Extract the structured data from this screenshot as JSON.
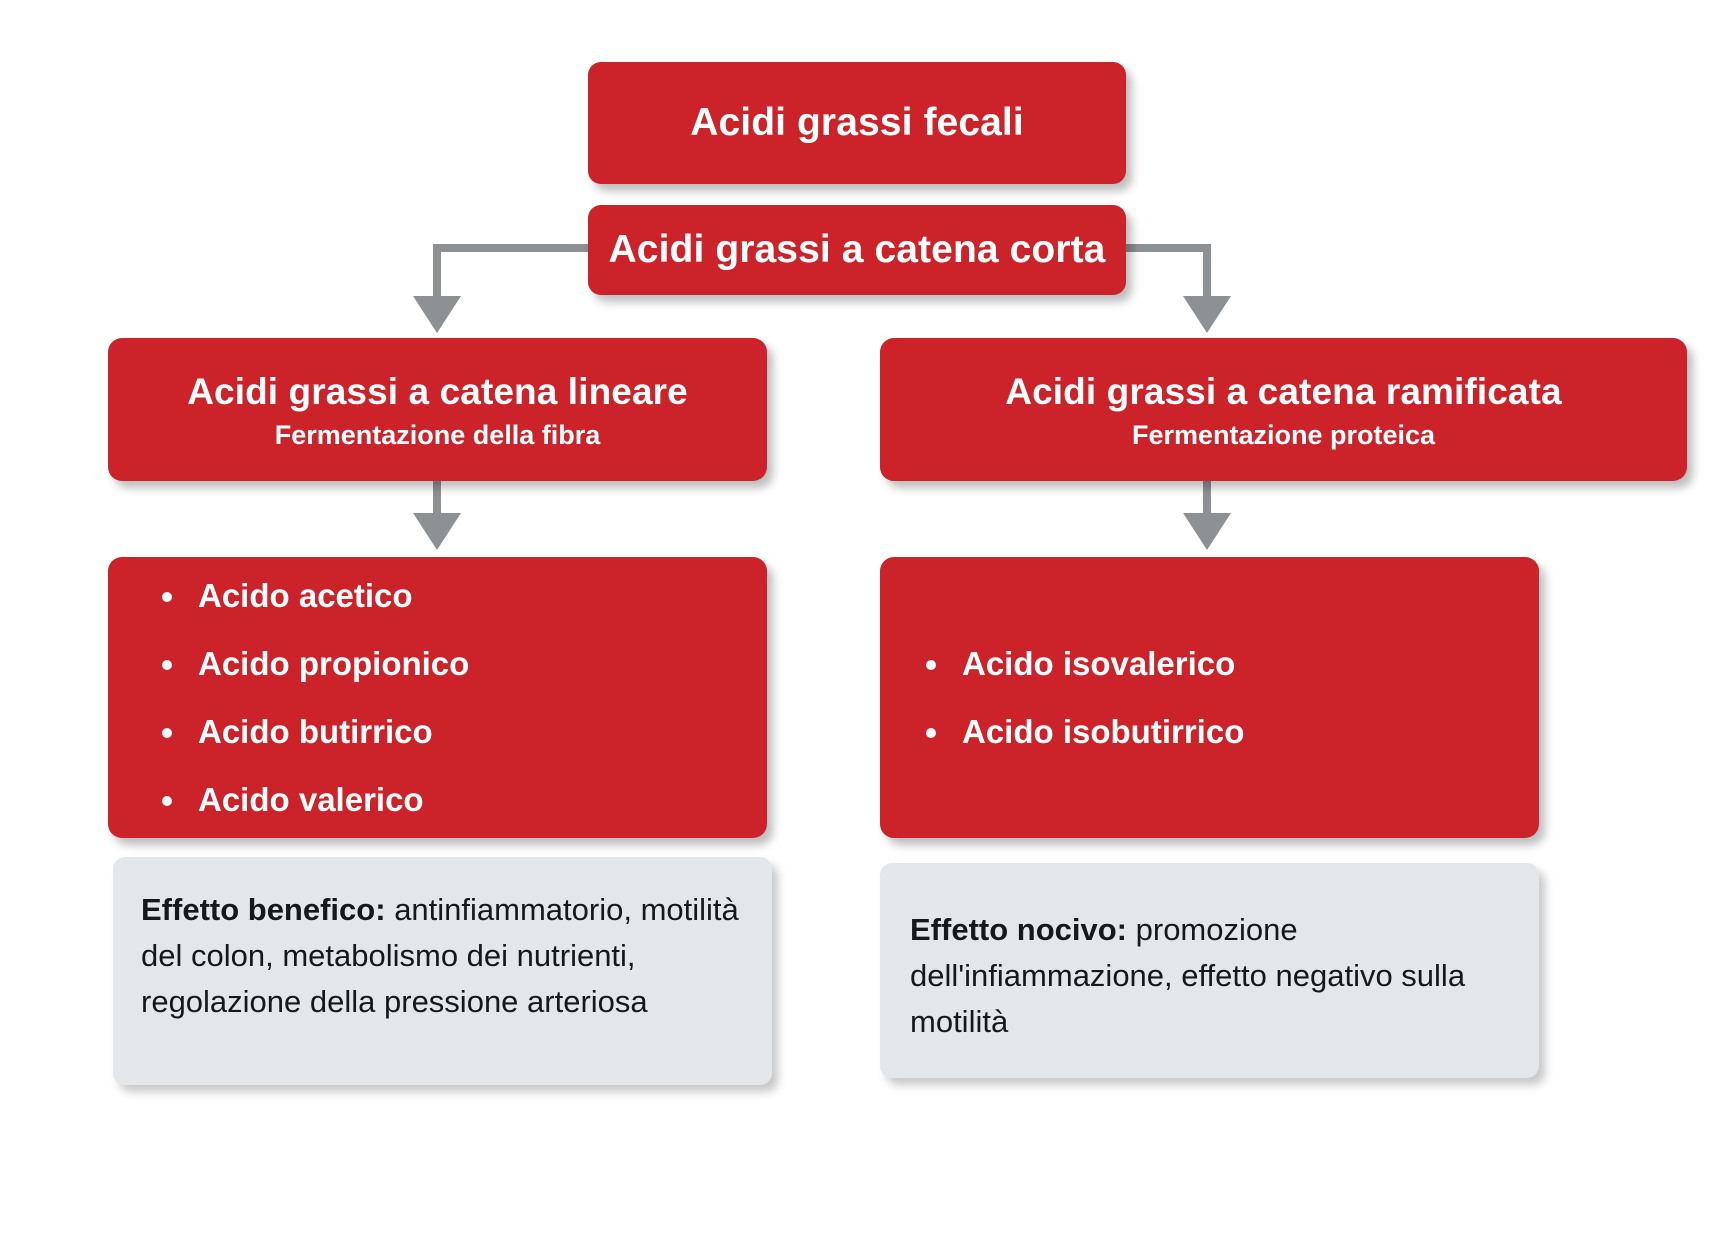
{
  "diagram": {
    "title_text": "Acidi grassi fecali",
    "colors": {
      "node_red": "#CC2229",
      "effect_gray": "#E4E7E9",
      "connector_gray": "#8E9194",
      "text_white": "#FFFFFF",
      "text_dark": "#15191C"
    },
    "nodes": {
      "root": {
        "label": "Acidi grassi fecali"
      },
      "scfa": {
        "label": "Acidi grassi a catena corta"
      },
      "linear": {
        "label": "Acidi grassi a catena lineare",
        "sublabel": "Fermentazione della fibra"
      },
      "branched": {
        "label": "Acidi grassi a catena ramificata",
        "sublabel": "Fermentazione proteica"
      }
    },
    "linear_acids": [
      "Acido acetico",
      "Acido propionico",
      "Acido butirrico",
      "Acido valerico"
    ],
    "branched_acids": [
      "Acido isovalerico",
      "Acido isobutirrico"
    ],
    "effects": {
      "left": {
        "label": "Effetto benefico:",
        "text": "antinfiammatorio, motilità del colon, metabolismo dei nutrienti, regolazione della pressione arteriosa"
      },
      "right": {
        "label": "Effetto nocivo:",
        "text": "promozione dell'infiammazione, effetto negativo sulla motilità"
      }
    }
  }
}
